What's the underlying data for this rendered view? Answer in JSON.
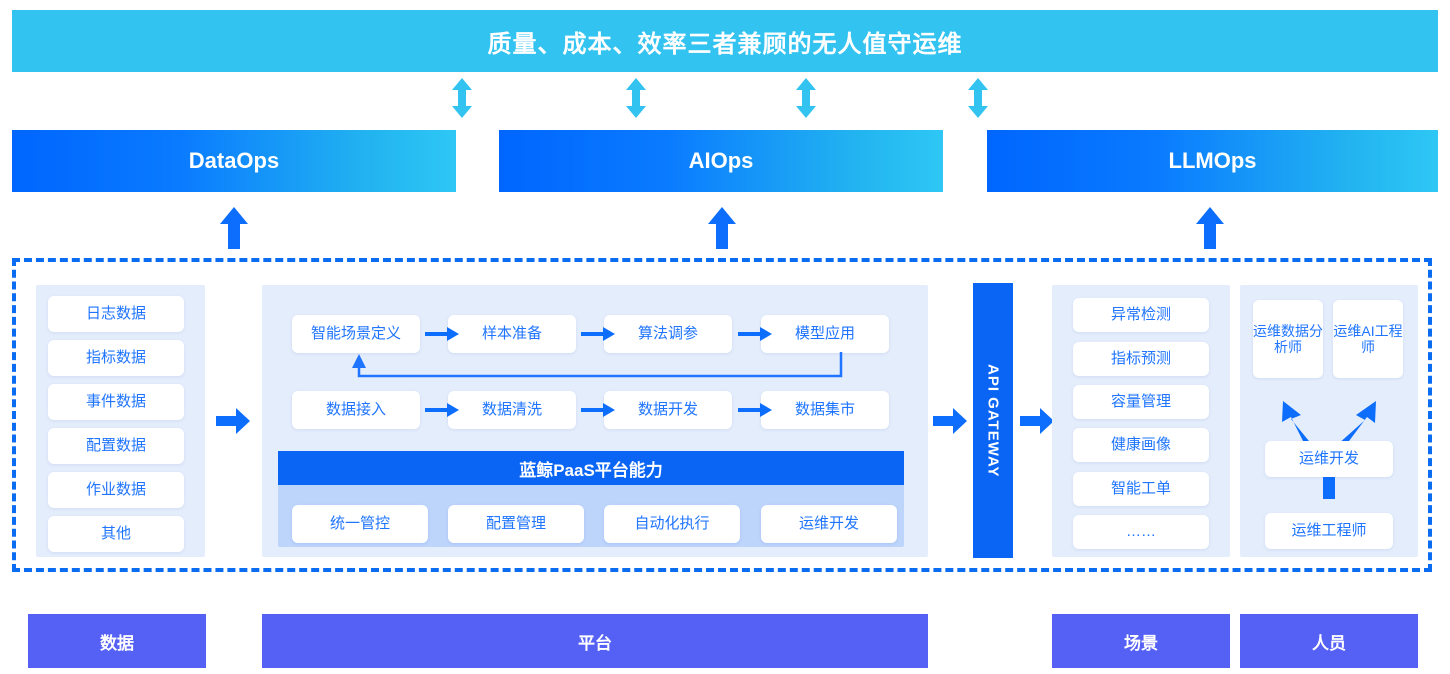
{
  "header": {
    "title": "质量、成本、效率三者兼顾的无人值守运维",
    "bg_color": "#33c3f0"
  },
  "bidirectional_arrows": [
    {
      "name": "biarrow-1"
    },
    {
      "name": "biarrow-2"
    },
    {
      "name": "biarrow-3"
    },
    {
      "name": "biarrow-4"
    }
  ],
  "ops_bars": [
    {
      "label": "DataOps"
    },
    {
      "label": "AIOps"
    },
    {
      "label": "LLMOps"
    }
  ],
  "data_panel": {
    "items": [
      {
        "label": "日志数据"
      },
      {
        "label": "指标数据"
      },
      {
        "label": "事件数据"
      },
      {
        "label": "配置数据"
      },
      {
        "label": "作业数据"
      },
      {
        "label": "其他"
      }
    ]
  },
  "platform_panel": {
    "flow_top": [
      {
        "label": "智能场景定义"
      },
      {
        "label": "样本准备"
      },
      {
        "label": "算法调参"
      },
      {
        "label": "模型应用"
      }
    ],
    "flow_bottom": [
      {
        "label": "数据接入"
      },
      {
        "label": "数据清洗"
      },
      {
        "label": "数据开发"
      },
      {
        "label": "数据集市"
      }
    ],
    "paas": {
      "title": "蓝鲸PaaS平台能力",
      "title_bg": "#0a65f5",
      "items": [
        {
          "label": "统一管控"
        },
        {
          "label": "配置管理"
        },
        {
          "label": "自动化执行"
        },
        {
          "label": "运维开发"
        }
      ]
    }
  },
  "api_gateway": {
    "label": "API GATEWAY",
    "bg_color": "#0a65f5"
  },
  "scene_panel": {
    "items": [
      {
        "label": "异常检测"
      },
      {
        "label": "指标预测"
      },
      {
        "label": "容量管理"
      },
      {
        "label": "健康画像"
      },
      {
        "label": "智能工单"
      },
      {
        "label": "……"
      }
    ]
  },
  "people_panel": {
    "top": [
      {
        "label": "运维数据分析师"
      },
      {
        "label": "运维AI工程师"
      }
    ],
    "middle": {
      "label": "运维开发"
    },
    "bottom": {
      "label": "运维工程师"
    }
  },
  "legend": [
    {
      "label": "数据"
    },
    {
      "label": "平台"
    },
    {
      "label": "场景"
    },
    {
      "label": "人员"
    }
  ],
  "colors": {
    "accent_blue": "#0a65f5",
    "cyan": "#33c3f0",
    "panel_bg": "#e4edfb",
    "legend_purple": "#5560f5",
    "text_blue": "#1f75ff"
  }
}
